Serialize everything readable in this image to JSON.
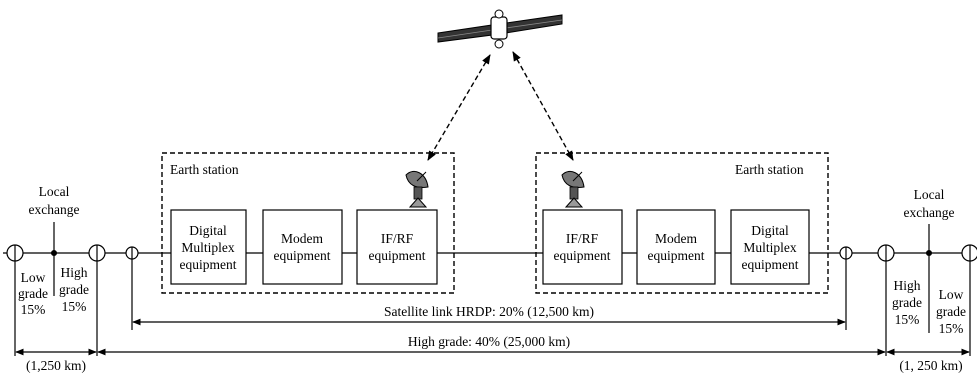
{
  "left_local": {
    "title_line1": "Local",
    "title_line2": "exchange"
  },
  "right_local": {
    "title_line1": "Local",
    "title_line2": "exchange"
  },
  "left_station": {
    "title": "Earth station",
    "box1": [
      "Digital",
      "Multiplex",
      "equipment"
    ],
    "box2": [
      "Modem",
      "equipment"
    ],
    "box3": [
      "IF/RF",
      "equipment"
    ]
  },
  "right_station": {
    "title": "Earth station",
    "box1": [
      "IF/RF",
      "equipment"
    ],
    "box2": [
      "Modem",
      "equipment"
    ],
    "box3": [
      "Digital",
      "Multiplex",
      "equipment"
    ]
  },
  "left_grades": {
    "low": [
      "Low",
      "grade",
      "15%"
    ],
    "high": [
      "High",
      "grade",
      "15%"
    ]
  },
  "right_grades": {
    "high": [
      "High",
      "grade",
      "15%"
    ],
    "low": [
      "Low",
      "grade",
      "15%"
    ]
  },
  "dimensions": {
    "satellite_link": "Satellite link HRDP: 20% (12,500 km)",
    "high_grade": "High grade: 40% (25,000 km)",
    "left_distance": "(1,250 km)",
    "right_distance": "(1, 250 km)"
  }
}
